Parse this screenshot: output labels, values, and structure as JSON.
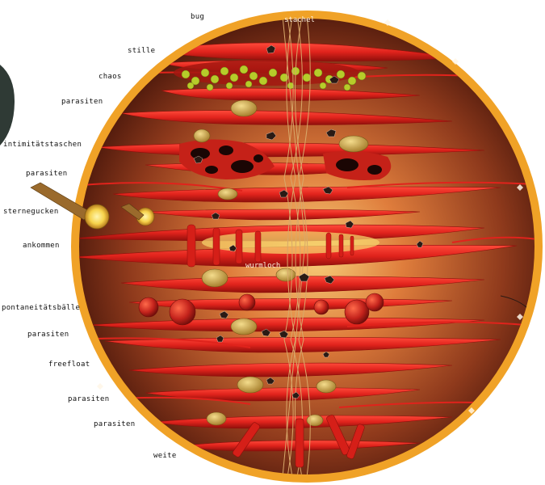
{
  "labels": {
    "bug": "bug",
    "stille": "stille",
    "chaos": "chaos",
    "parasiten_1": "parasiten",
    "intimitaetstaschen": "intimitätstaschen",
    "parasiten_2": "parasiten",
    "sternegucken": "sternegucken",
    "ankommen": "ankommen",
    "spontaneitaetsbaelle": "pontaneitätsbälle",
    "parasiten_3": "parasiten",
    "freefloat": "freefloat",
    "parasiten_4": "parasiten",
    "parasiten_5": "parasiten",
    "weite": "weite"
  },
  "inner_labels": {
    "stachel": "stachel",
    "wurmloch": "wurmloch"
  },
  "colors": {
    "rim": "#f0a227",
    "interior_center": "#f6c66a",
    "interior_edge": "#5a1e10",
    "strand": "#e0231c",
    "strand_dark": "#a5120f",
    "larva": "#d9b04c",
    "sphere": "#c4231c",
    "green_cluster": "#b7cc2a"
  }
}
